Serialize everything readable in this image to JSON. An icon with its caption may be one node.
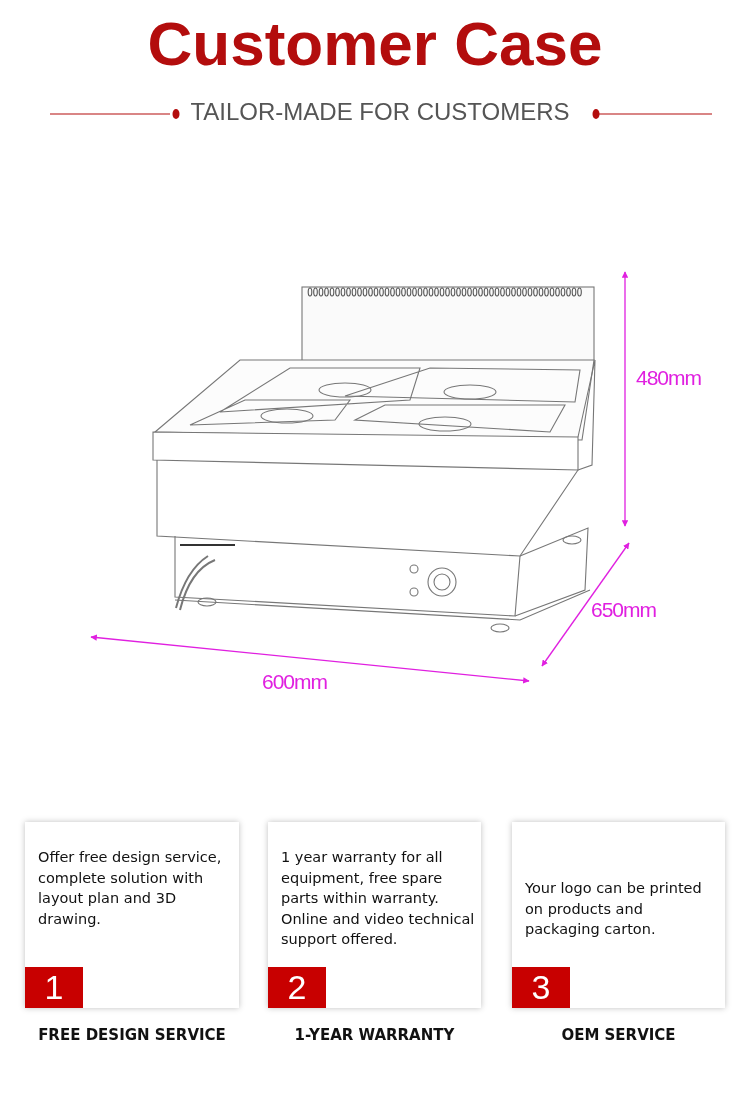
{
  "diagram": {
    "title": "Customer Case",
    "nodes": [
      {
        "text": [
          "Offer free design service, complete solution with layout plan and 3D drawing."
        ],
        "beside": [
          "FREE DESIGN SERVICE"
        ]
      },
      {
        "text": [
          "1"
        ],
        "in": 0
      },
      {
        "text": [
          "1 year warranty for all equipment, free spare parts within warranty. Online and video technical support offered."
        ],
        "beside": [
          "1-YEAR WARRANTY"
        ]
      },
      {
        "text": [
          "2"
        ],
        "in": 2
      },
      {
        "text": [
          "Your logo can be printed on products and packaging carton."
        ],
        "beside": [
          "OEM SERVICE"
        ]
      },
      {
        "text": [
          "3"
        ],
        "in": 4
      }
    ],
    "edges": [],
    "labels": [
      "TAILOR-MADE FOR CUSTOMERS",
      "480mm",
      "650mm",
      "600mm"
    ]
  }
}
